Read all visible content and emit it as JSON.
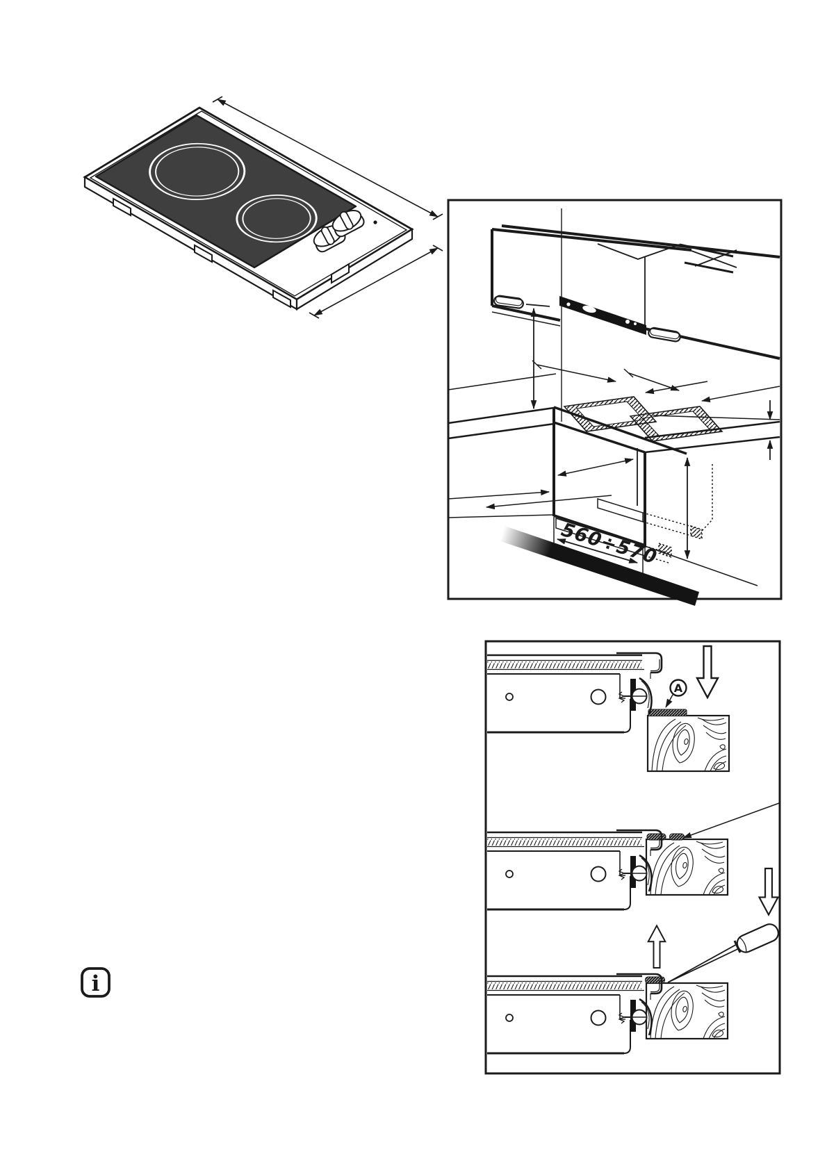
{
  "page": {
    "type": "appliance installation manual page",
    "background": "#ffffff",
    "ink_color": "#1a1a1a",
    "glass_color": "#3f3f3f"
  },
  "figures": {
    "hob_overview": {
      "description": "isometric line drawing of a 2-zone ceramic glass domino hob with dimension arrows",
      "burner_count": 2,
      "knob_count": 2
    },
    "cutout_dimensions": {
      "description": "built-in cabinet and worktop cut-out dimension drawing",
      "dimension_label": "560÷570"
    },
    "sealing_steps": {
      "description": "three-step cross-section drawing of seal fitting and hob removal with screwdriver",
      "callout_label": "A",
      "step_count": 3
    }
  },
  "info_icon": {
    "glyph": "i"
  }
}
